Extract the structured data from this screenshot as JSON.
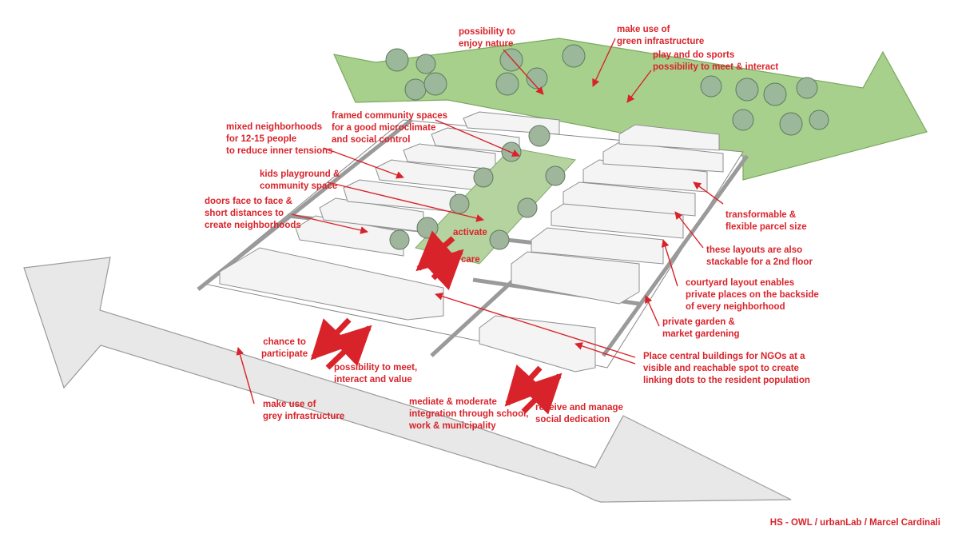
{
  "diagram": {
    "accent_color": "#d9232a",
    "green_color": "#a8d08d",
    "grey_color": "#e6e6e6",
    "labels": {
      "enjoy_nature": "possibility to\nenjoy nature",
      "green_infrastructure": "make use of\ngreen infrastructure",
      "sports": "play and do sports\npossibility to meet & interact",
      "framed_spaces": "framed community spaces\nfor a good microclimate\nand social control",
      "mixed_neighborhoods": "mixed neighborhoods\nfor 12-15 people\nto reduce inner tensions",
      "kids_playground": "kids playground &\ncommunity space",
      "doors_face": "doors face to face &\nshort distances to\ncreate neighborhoods",
      "activate": "activate",
      "care": "care",
      "transformable": "transformable &\nflexible parcel size",
      "stackable": "these layouts are also\nstackable for a 2nd floor",
      "courtyard": "courtyard layout enables\nprivate places on the backside\nof every neighborhood",
      "private_garden": "private garden &\nmarket gardening",
      "central_buildings": "Place central buildings for NGOs at a\nvisible and reachable spot to create\nlinking dots to the resident population",
      "chance_participate": "chance to\nparticipate",
      "possibility_meet": "possibility to meet,\ninteract and value",
      "grey_infrastructure": "make use of\ngrey infrastructure",
      "mediate": "mediate & moderate\nintegration through school,\nwork & municipality",
      "receive_manage": "receive and manage\nsocial dedication"
    },
    "credit": "HS - OWL / urbanLab / Marcel Cardinali"
  }
}
